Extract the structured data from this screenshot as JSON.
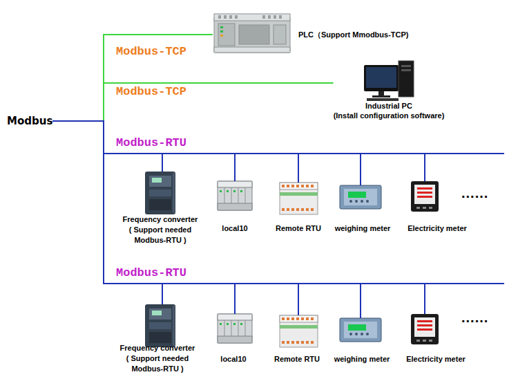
{
  "diagram": {
    "nodes": [
      {
        "text": [
          "PLC（Support Mmodbus-TCP)"
        ]
      },
      {
        "text": [
          "Industrial PC",
          "(Install configuration software)"
        ]
      },
      {
        "text": [
          "Modbus"
        ]
      },
      {
        "text": [
          "Frequency converter",
          "( Support needed Modbus-RTU )"
        ]
      },
      {
        "text": [
          "local10"
        ]
      },
      {
        "text": [
          "Remote RTU"
        ]
      },
      {
        "text": [
          "weighing meter"
        ]
      },
      {
        "text": [
          "Electricity meter"
        ]
      },
      {
        "text": [
          "Frequency converter",
          "( Support needed Modbus-RTU )"
        ]
      },
      {
        "text": [
          "local10"
        ]
      },
      {
        "text": [
          "Remote RTU"
        ]
      },
      {
        "text": [
          "weighing meter"
        ]
      },
      {
        "text": [
          "Electricity meter"
        ]
      }
    ],
    "edges": [
      {
        "from": 2,
        "to": 0,
        "arrow": "none"
      },
      {
        "from": 2,
        "to": 1,
        "arrow": "none"
      },
      {
        "from": 2,
        "to": 3,
        "arrow": "none"
      },
      {
        "from": 2,
        "to": 4,
        "arrow": "none"
      },
      {
        "from": 2,
        "to": 5,
        "arrow": "none"
      },
      {
        "from": 2,
        "to": 6,
        "arrow": "none"
      },
      {
        "from": 2,
        "to": 7,
        "arrow": "none"
      },
      {
        "from": 2,
        "to": 8,
        "arrow": "none"
      },
      {
        "from": 2,
        "to": 9,
        "arrow": "none"
      },
      {
        "from": 2,
        "to": 10,
        "arrow": "none"
      },
      {
        "from": 2,
        "to": 11,
        "arrow": "none"
      },
      {
        "from": 2,
        "to": 12,
        "arrow": "none"
      }
    ],
    "labels": [
      "Modbus-TCP",
      "Modbus-TCP",
      "Modbus-RTU",
      "......",
      "Modbus-RTU",
      "......"
    ]
  }
}
